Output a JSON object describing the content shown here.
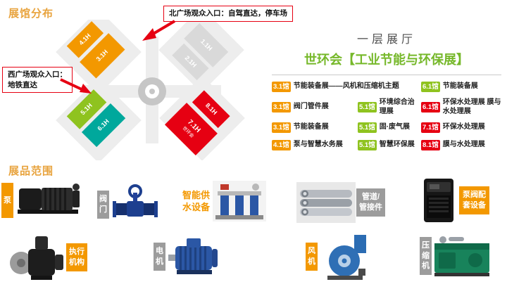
{
  "colors": {
    "orange": "#F39800",
    "green": "#8FC31F",
    "teal": "#00A89C",
    "red": "#E60012",
    "gray": "#9C9C9C",
    "hall_gray": "#D9D9D9",
    "title_orange": "#E8A33D",
    "heading_green": "#76B82A"
  },
  "sections": {
    "map_title": "展馆分布",
    "products_title": "展品范围"
  },
  "callouts": {
    "north": "北广场观众入口：自驾直达，停车场",
    "west": "西广场观众入口：\n地铁直达"
  },
  "map": {
    "halls": [
      {
        "id": "4.1H",
        "color": "#F39800"
      },
      {
        "id": "3.1H",
        "color": "#F39800"
      },
      {
        "id": "2.1H",
        "color": "#D9D9D9"
      },
      {
        "id": "1.1H",
        "color": "#D9D9D9"
      },
      {
        "id": "5.1H",
        "color": "#8FC31F"
      },
      {
        "id": "6.1H",
        "color": "#00A89C"
      },
      {
        "id": "7.1H",
        "color": "#E60012",
        "sub": "世环会"
      },
      {
        "id": "8.1H",
        "color": "#E60012"
      }
    ]
  },
  "panel": {
    "heading": "一层展厅",
    "subheading": "世环会【工业节能与环保展】",
    "legend": [
      {
        "badge": "3.1馆",
        "color": "#F39800",
        "label": "节能装备展——风机和压缩机主题"
      },
      {
        "badge": "6.1馆",
        "color": "#8FC31F",
        "label": "节能装备展"
      },
      {
        "badge": "3.1馆",
        "color": "#F39800",
        "label": "阀门管件展"
      },
      {
        "badge": "5.1馆",
        "color": "#8FC31F",
        "label": "环境综合治理展"
      },
      {
        "badge": "6.1馆",
        "color": "#E60012",
        "label": "环保水处理展 膜与水处理展"
      },
      {
        "badge": "3.1馆",
        "color": "#F39800",
        "label": "节能装备展"
      },
      {
        "badge": "5.1馆",
        "color": "#8FC31F",
        "label": "固·废气展"
      },
      {
        "badge": "7.1馆",
        "color": "#E60012",
        "label": "环保水处理展"
      },
      {
        "badge": "4.1馆",
        "color": "#F39800",
        "label": "泵与智慧水务展"
      },
      {
        "badge": "5.1馆",
        "color": "#8FC31F",
        "label": "智慧环保展"
      },
      {
        "badge": "8.1馆",
        "color": "#E60012",
        "label": "膜与水处理展"
      }
    ]
  },
  "products": [
    {
      "name": "pump",
      "label": "泵",
      "tag_color": "#F39800"
    },
    {
      "name": "valve",
      "label": "阀门",
      "tag_color": "#9C9C9C"
    },
    {
      "name": "water-supply",
      "label": "智能供水设备",
      "tag_color": "#F39800"
    },
    {
      "name": "pipes",
      "label": "管道/管接件",
      "tag_color": "#9C9C9C"
    },
    {
      "name": "pump-valve-accessories",
      "label": "泵阀配套设备",
      "tag_color": "#F39800"
    },
    {
      "name": "actuator",
      "label": "执行机构",
      "tag_color": "#F39800"
    },
    {
      "name": "motor",
      "label": "电机",
      "tag_color": "#9C9C9C"
    },
    {
      "name": "fan",
      "label": "风机",
      "tag_color": "#F39800"
    },
    {
      "name": "compressor",
      "label": "压缩机",
      "tag_color": "#9C9C9C"
    }
  ]
}
